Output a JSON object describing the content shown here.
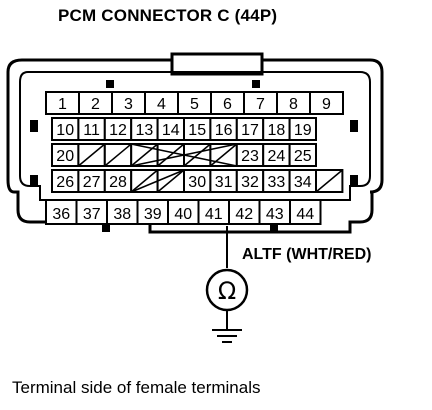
{
  "diagram": {
    "title": "PCM CONNECTOR C (44P)",
    "wire_label": "ALTF (WHT/RED)",
    "footer": "Terminal side of female terminals",
    "meter_symbol": "Ω",
    "meter_icon": "ohmmeter-icon",
    "ground_icon": "ground-icon",
    "active_terminal": "41",
    "rows": [
      [
        "1",
        "2",
        "3",
        "4",
        "5",
        "6",
        "7",
        "8",
        "9"
      ],
      [
        "10",
        "11",
        "12",
        "13",
        "14",
        "15",
        "16",
        "17",
        "18",
        "19"
      ],
      [
        "20",
        "",
        "",
        "",
        "",
        "",
        "",
        "23",
        "24",
        "25"
      ],
      [
        "26",
        "27",
        "28",
        "",
        "",
        "30",
        "31",
        "32",
        "33",
        "34",
        ""
      ],
      [
        "36",
        "37",
        "38",
        "39",
        "40",
        "41",
        "42",
        "43",
        "44"
      ]
    ]
  }
}
